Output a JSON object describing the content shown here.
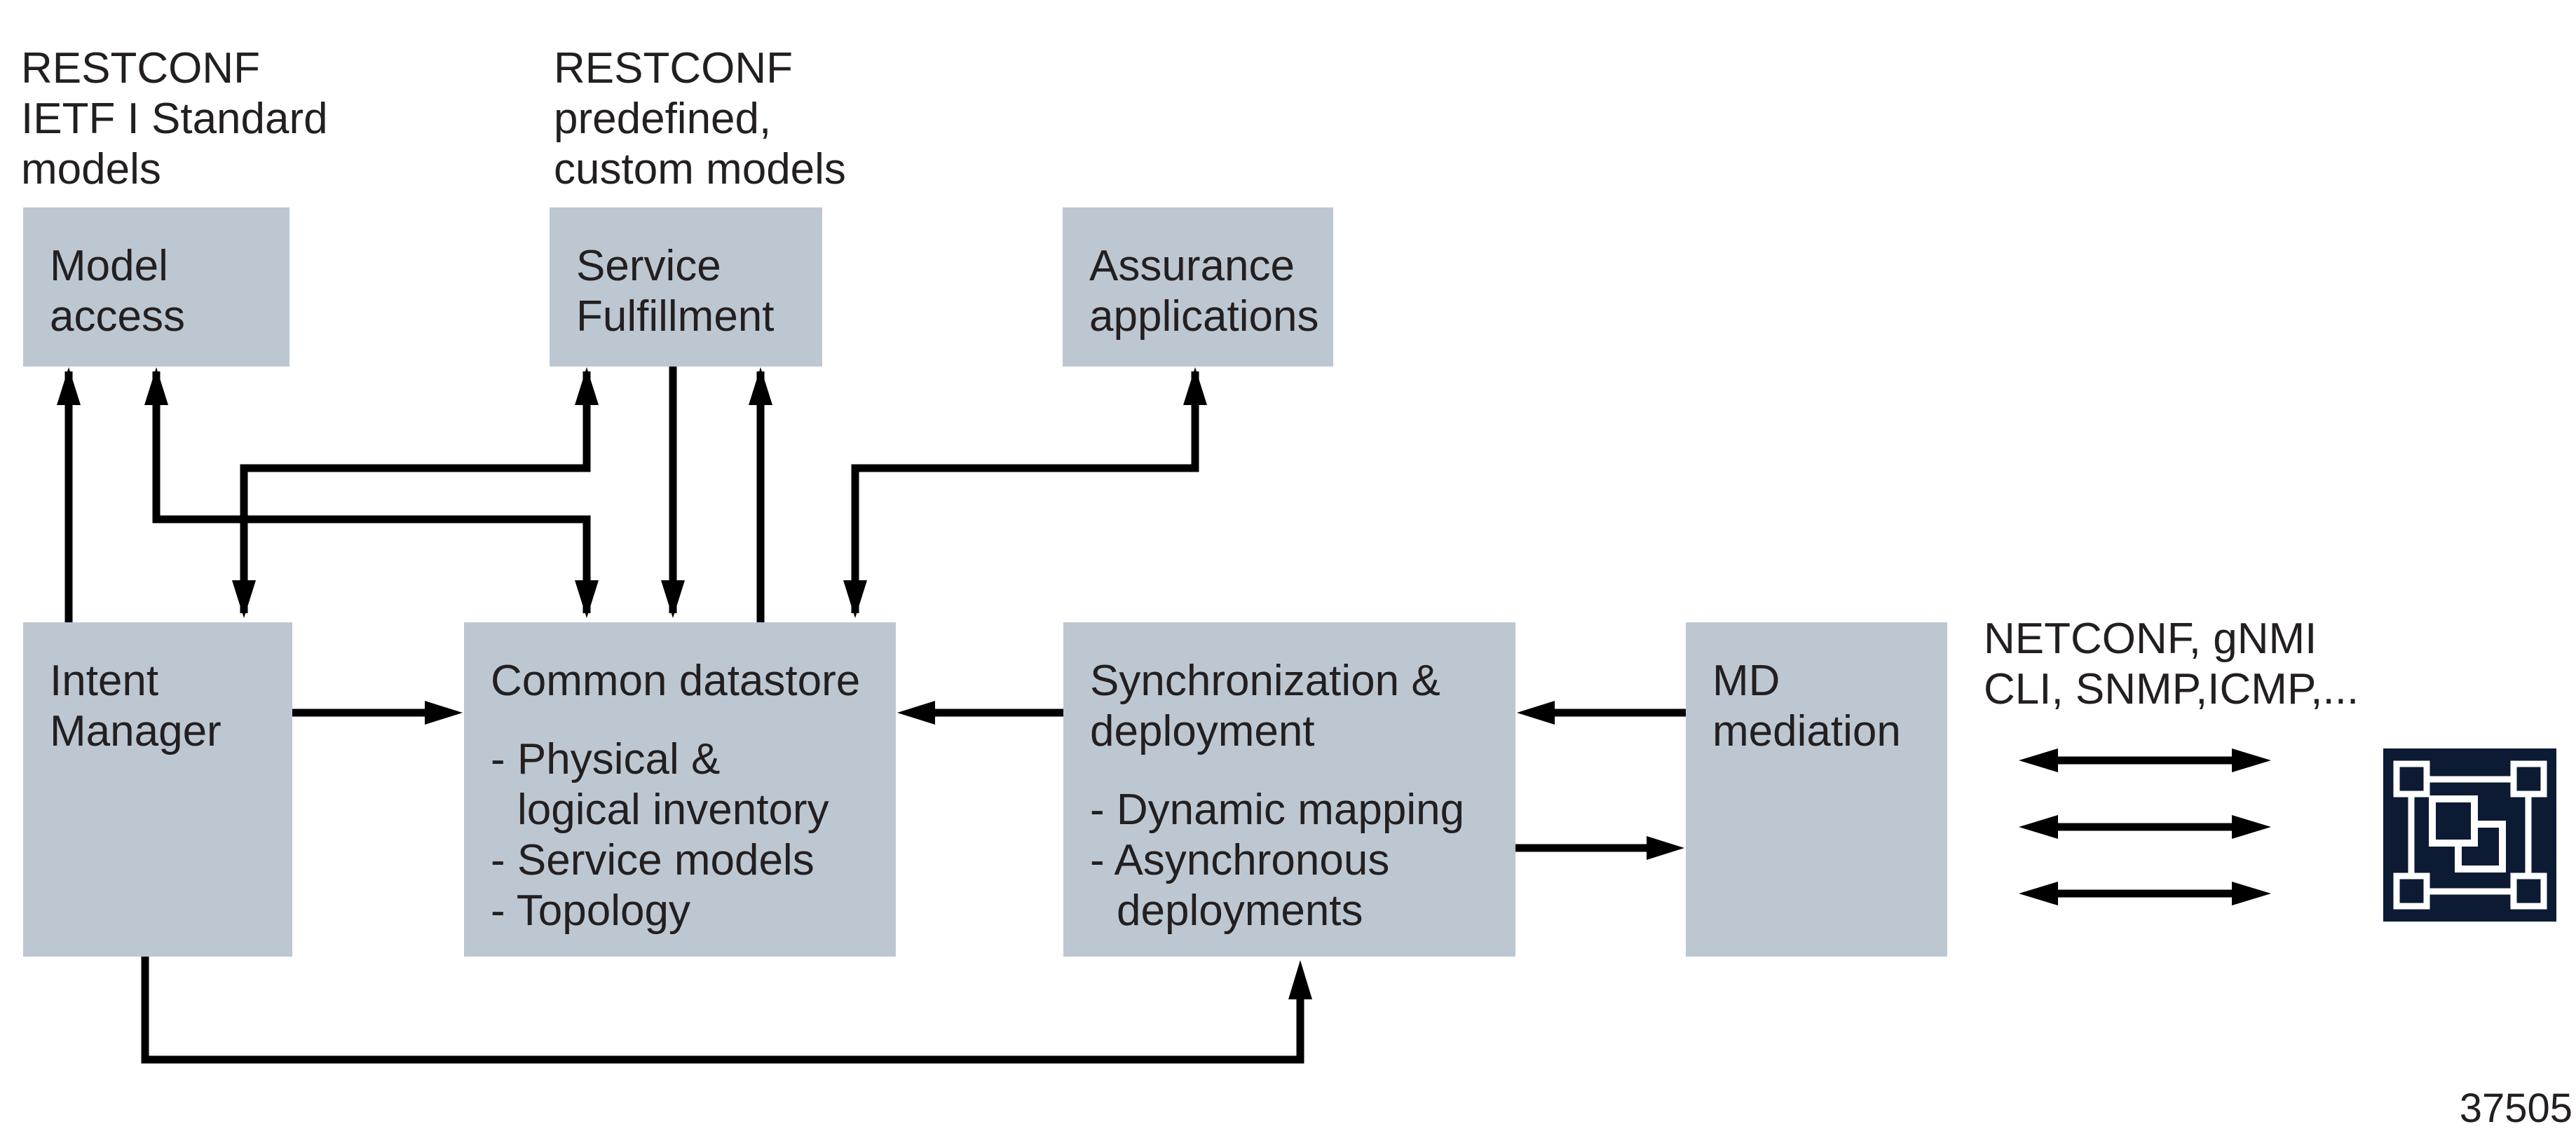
{
  "colors": {
    "box_fill": "#bdc7d1",
    "arrow": "#000000",
    "text": "#231f20",
    "icon_bg": "#0d1a33",
    "icon_fg": "#ffffff",
    "background": "#ffffff"
  },
  "labels": {
    "restconf_ietf": {
      "line1": "RESTCONF",
      "line2": "IETF I Standard",
      "line3": "models"
    },
    "restconf_custom": {
      "line1": "RESTCONF",
      "line2": "predefined,",
      "line3": "custom models"
    },
    "netconf": {
      "line1": "NETCONF, gNMI",
      "line2": "CLI, SNMP,ICMP,..."
    },
    "figure_number": "37505"
  },
  "boxes": {
    "model_access": {
      "line1": "Model",
      "line2": "access"
    },
    "service_fulfillment": {
      "line1": "Service",
      "line2": "Fulfillment"
    },
    "assurance_applications": {
      "line1": "Assurance",
      "line2": "applications"
    },
    "intent_manager": {
      "line1": "Intent",
      "line2": "Manager"
    },
    "common_datastore": {
      "title": "Common datastore",
      "bullet1": "- Physical &",
      "bullet1_cont": "logical inventory",
      "bullet2": "- Service models",
      "bullet3": "- Topology"
    },
    "synchronization_deployment": {
      "title1": "Synchronization &",
      "title2": "deployment",
      "bullet1": "- Dynamic mapping",
      "bullet2": "- Asynchronous",
      "bullet2_cont": "deployments"
    },
    "md_mediation": {
      "line1": "MD",
      "line2": "mediation"
    }
  },
  "icon": {
    "name": "managed-network-devices-icon"
  }
}
